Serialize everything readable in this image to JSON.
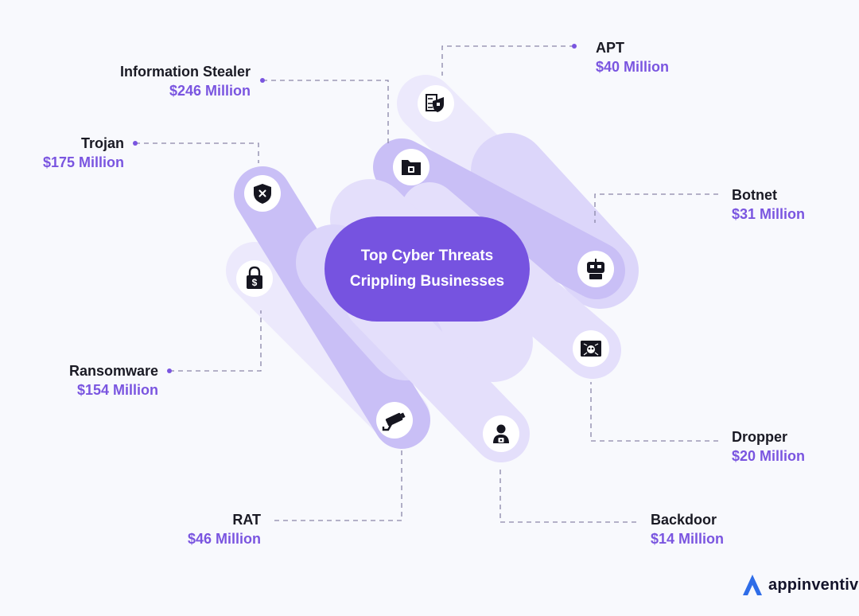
{
  "colors": {
    "background": "#f8f9fd",
    "pill_light": "#ece9fc",
    "pill_mid": "#dcd6fa",
    "pill_dark": "#c9bff6",
    "center": "#7653e0",
    "amount": "#7a55e0",
    "dash": "#8a86a8"
  },
  "center": {
    "line1": "Top Cyber Threats",
    "line2": "Crippling Businesses"
  },
  "threats": [
    {
      "name": "Information Stealer",
      "amount": "$246 Million",
      "icon": "folder-lock-icon"
    },
    {
      "name": "Trojan",
      "amount": "$175 Million",
      "icon": "shield-x-icon"
    },
    {
      "name": "Ransomware",
      "amount": "$154 Million",
      "icon": "padlock-dollar-icon"
    },
    {
      "name": "RAT",
      "amount": "$46 Million",
      "icon": "cctv-camera-icon"
    },
    {
      "name": "Backdoor",
      "amount": "$14 Million",
      "icon": "person-lock-icon"
    },
    {
      "name": "Dropper",
      "amount": "$20 Million",
      "icon": "skull-window-icon"
    },
    {
      "name": "Botnet",
      "amount": "$31 Million",
      "icon": "robot-icon"
    },
    {
      "name": "APT",
      "amount": "$40 Million",
      "icon": "chip-shield-icon"
    }
  ],
  "brand": {
    "name": "appinventiv",
    "icon": "appinventiv-logo-icon"
  }
}
